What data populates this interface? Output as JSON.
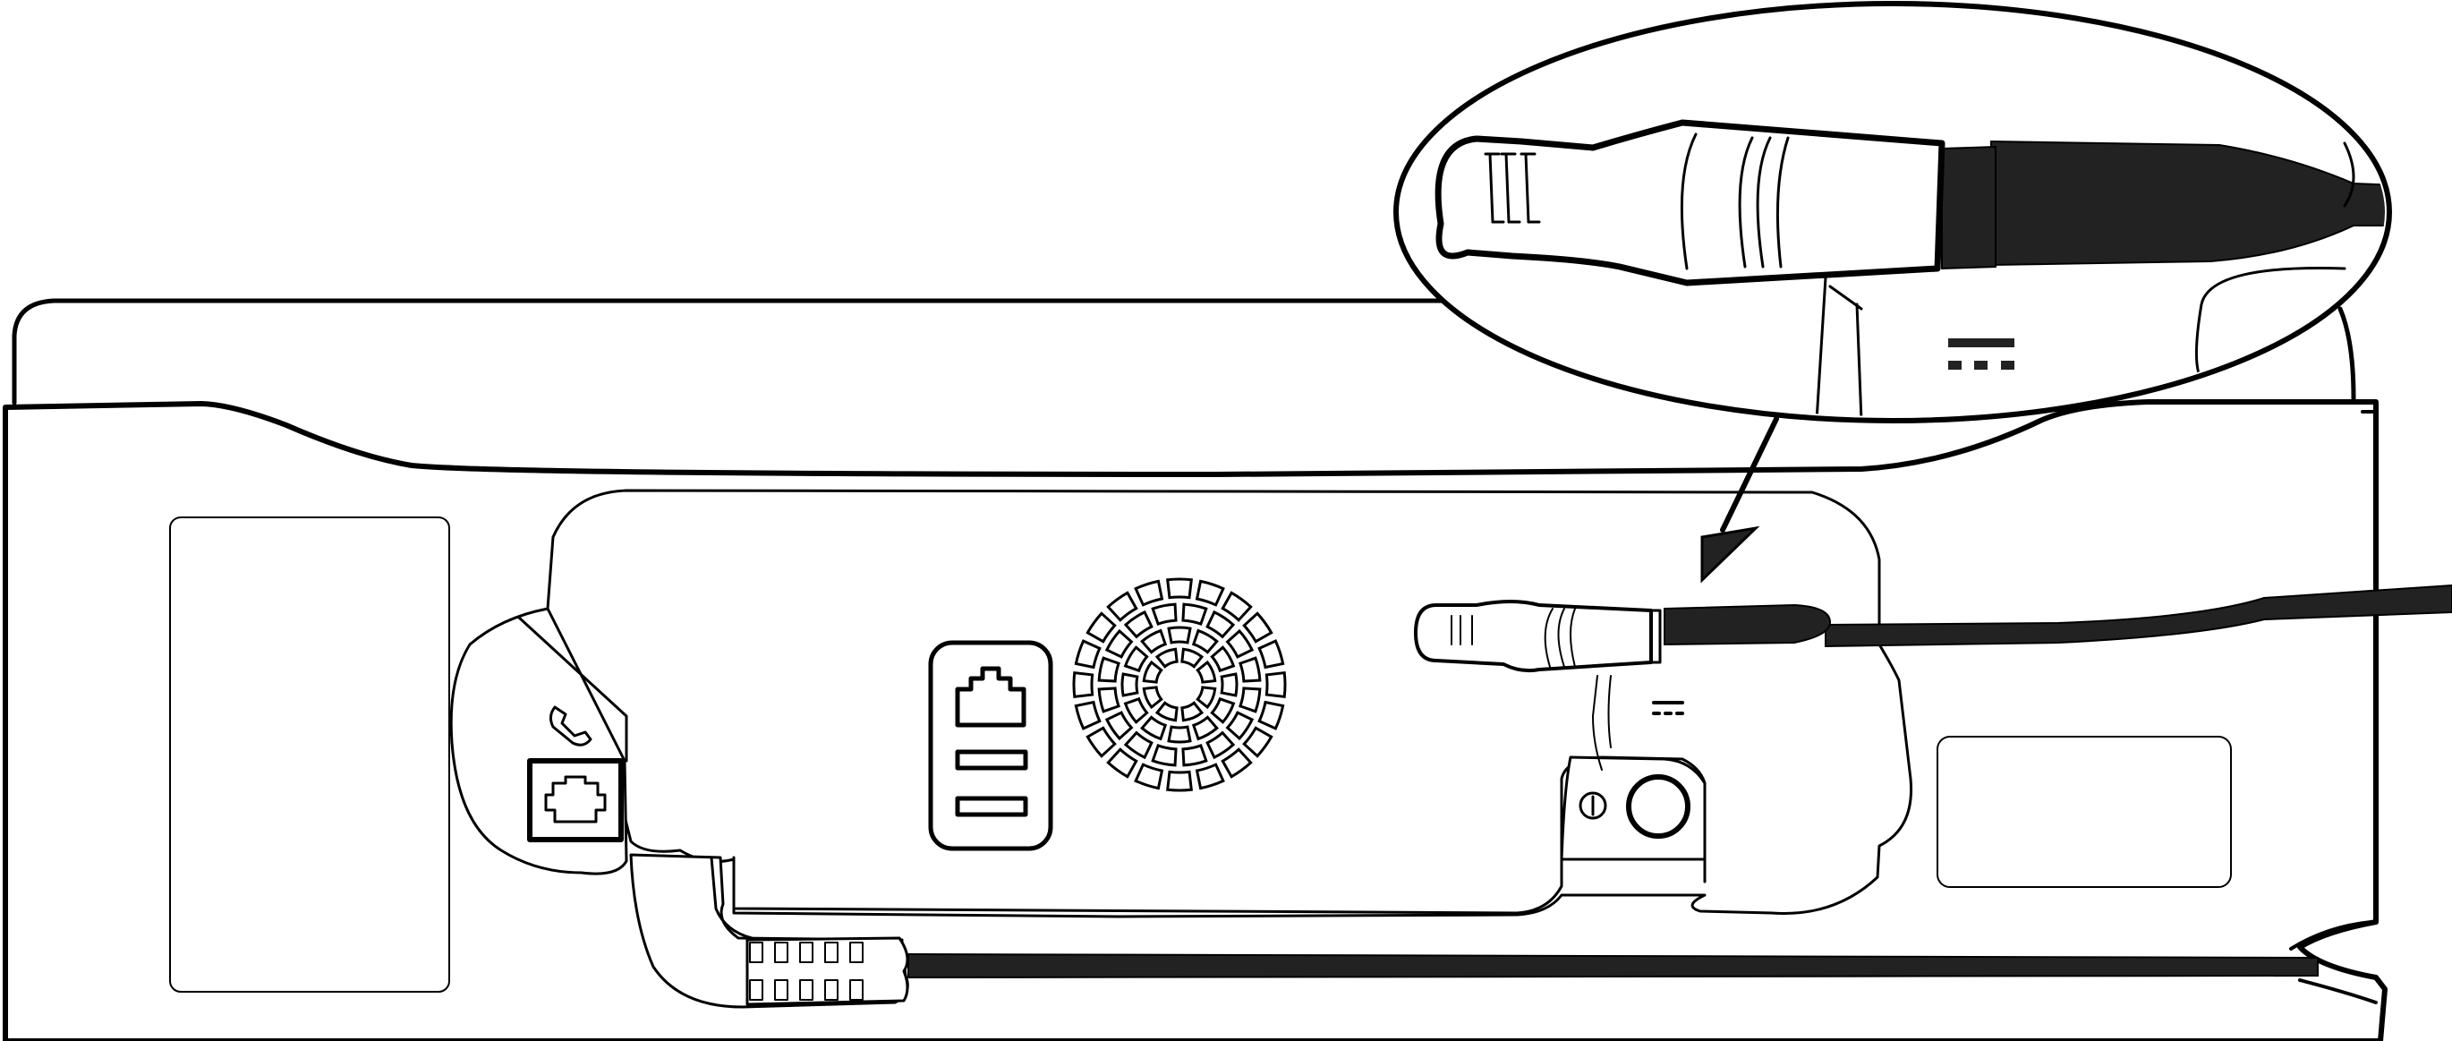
{
  "diagram": {
    "colors": {
      "line": "#000000",
      "cable": "#222222",
      "background": "#ffffff"
    },
    "parts": [
      {
        "id": "base-unit",
        "label": ""
      },
      {
        "id": "rear-panel",
        "label": ""
      },
      {
        "id": "phone-line-port",
        "icon": "handset-icon",
        "label": ""
      },
      {
        "id": "ethernet-port",
        "icon": "network-icon",
        "label": ""
      },
      {
        "id": "usb-ports",
        "count": 2,
        "label": ""
      },
      {
        "id": "speaker-grille",
        "label": ""
      },
      {
        "id": "dc-power-jack",
        "icon": "dc-symbol-icon",
        "label": ""
      },
      {
        "id": "power-plug-inserted",
        "label": ""
      },
      {
        "id": "power-cable",
        "label": ""
      },
      {
        "id": "phone-cable",
        "label": ""
      },
      {
        "id": "magnified-plug-callout",
        "label": ""
      },
      {
        "id": "callout-arrow",
        "label": ""
      }
    ]
  }
}
